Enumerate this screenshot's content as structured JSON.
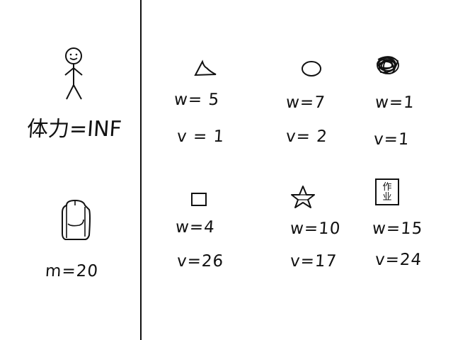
{
  "person": {
    "stamina_label": "体力=INF"
  },
  "backpack": {
    "capacity_label": "m=20"
  },
  "items": [
    {
      "icon": "triangle-icon",
      "weight_label": "w= 5",
      "value_label": "v = 1"
    },
    {
      "icon": "circle-icon",
      "weight_label": "w=7",
      "value_label": "v= 2"
    },
    {
      "icon": "scribble-icon",
      "weight_label": "w=1",
      "value_label": "v=1"
    },
    {
      "icon": "square-icon",
      "weight_label": "w=4",
      "value_label": "v=26"
    },
    {
      "icon": "star-icon",
      "weight_label": "w=10",
      "value_label": "v=17"
    },
    {
      "icon": "homework-icon",
      "weight_label": "w=15",
      "value_label": "v=24",
      "icon_text_top": "作",
      "icon_text_bottom": "业"
    }
  ]
}
